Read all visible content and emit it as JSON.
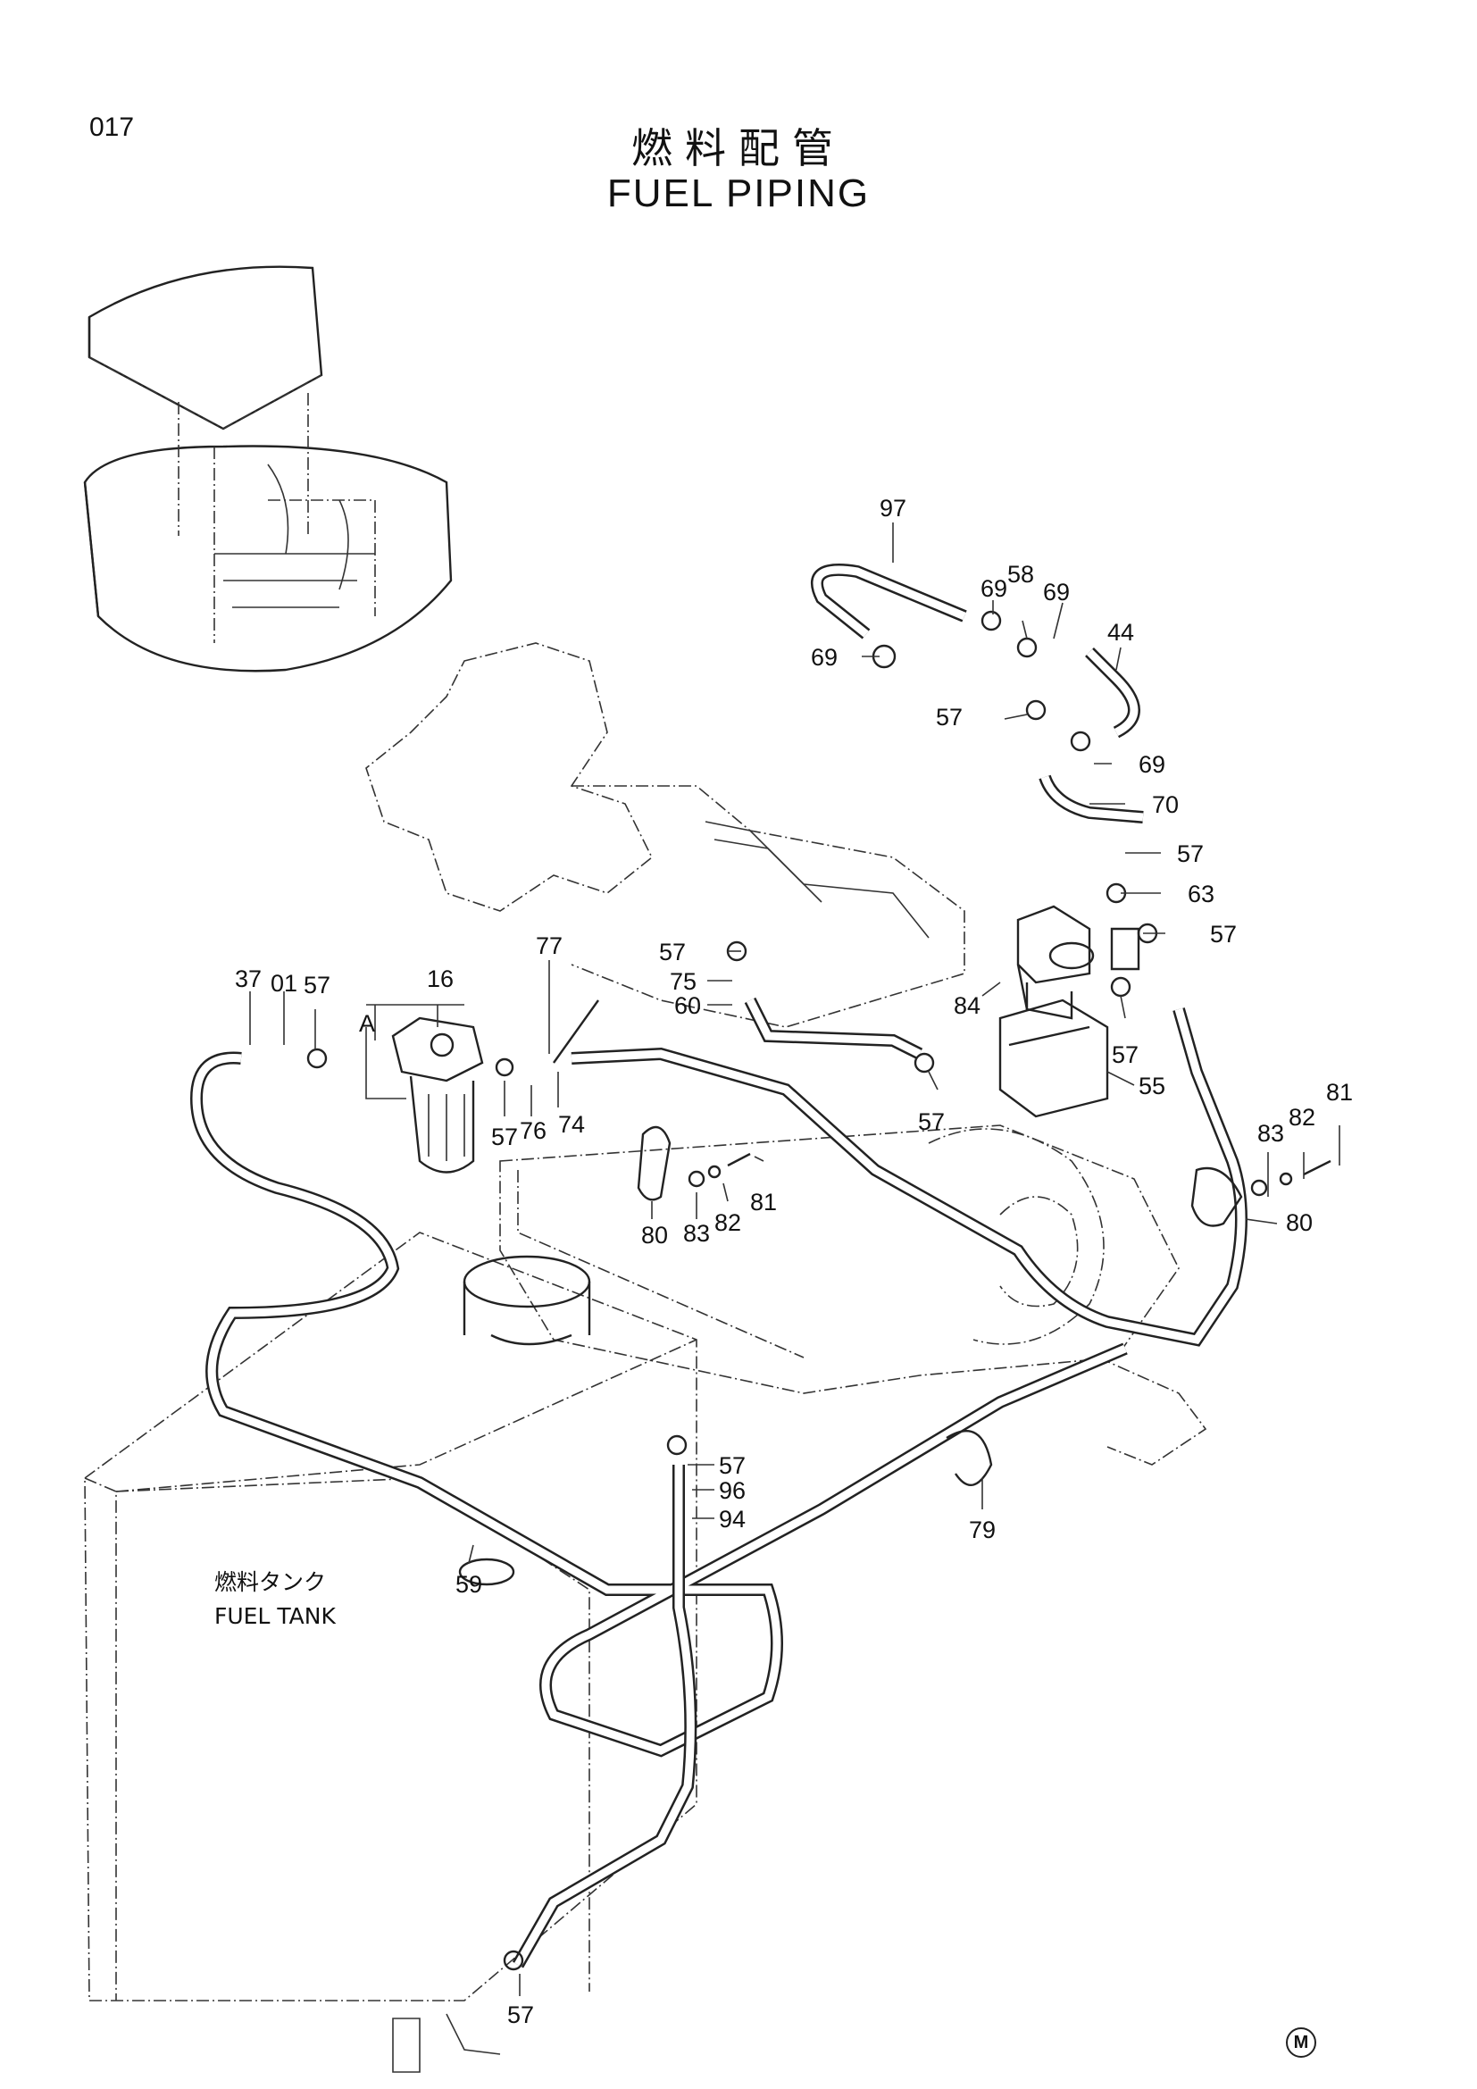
{
  "page_number": "017",
  "title_jp": "燃料配管",
  "title_en": "FUEL PIPING",
  "view_label": "A",
  "tank_label_jp": "燃料タンク",
  "tank_label_en": "FUEL TANK",
  "manufacturer_mark": "M",
  "callouts": {
    "c97": "97",
    "c69a": "69",
    "c58": "58",
    "c69b": "69",
    "c44": "44",
    "c69c": "69",
    "c57a": "57",
    "c69d": "69",
    "c70": "70",
    "c57b": "57",
    "c63": "63",
    "c57c": "57",
    "c57d": "57",
    "c75": "75",
    "c60": "60",
    "c84": "84",
    "c57e": "57",
    "c57f": "57",
    "c55": "55",
    "c77": "77",
    "c37": "37",
    "c01": "01",
    "c57g": "57",
    "c16": "16",
    "c57h": "57",
    "c76": "76",
    "c74": "74",
    "c80a": "80",
    "c83a": "83",
    "c82a": "82",
    "c81a": "81",
    "c83b": "83",
    "c82b": "82",
    "c81b": "81",
    "c80b": "80",
    "c57i": "57",
    "c96": "96",
    "c94": "94",
    "c79": "79",
    "c59": "59",
    "c57j": "57"
  }
}
